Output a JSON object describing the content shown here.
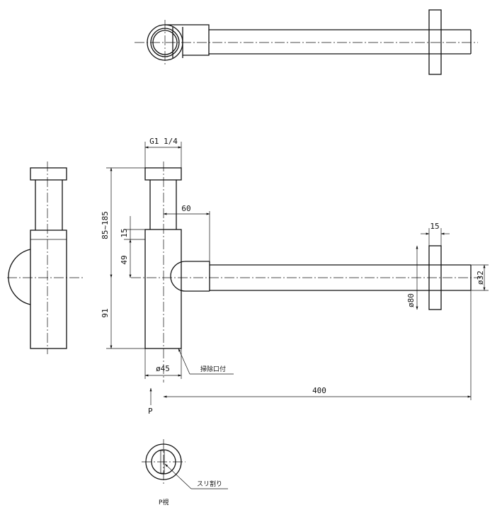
{
  "labels": {
    "thread": "G1 1/4",
    "depth_60": "60",
    "flange_15": "15",
    "height_range": "85~185",
    "dim_15": "15",
    "dim_49": "49",
    "dim_91": "91",
    "dia_80": "ø80",
    "dia_32": "ø32",
    "dia_45": "ø45",
    "length_400": "400",
    "cleanout": "掃除口付",
    "view_arrow": "P",
    "view_title": "P視",
    "slit": "スリ割り"
  }
}
